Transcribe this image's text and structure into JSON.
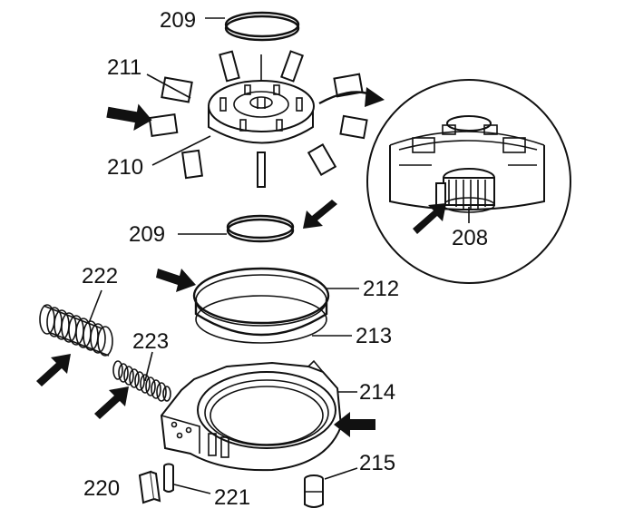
{
  "labels": {
    "l209a": "209",
    "l211": "211",
    "l210": "210",
    "l209b": "209",
    "l208": "208",
    "l222": "222",
    "l212": "212",
    "l213": "213",
    "l223": "223",
    "l214": "214",
    "l215": "215",
    "l220": "220",
    "l221": "221"
  }
}
